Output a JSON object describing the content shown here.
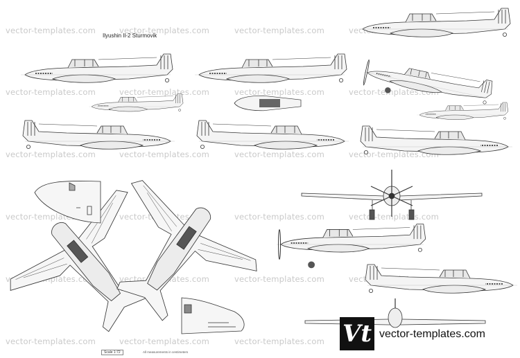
{
  "title": "Ilyushin Il-2 Sturmovik",
  "watermark": "vector-templates.com",
  "scale_label": "Scale 1:72",
  "note": "All measurements in centimeters",
  "logo_text": "Vt",
  "brand": "vector-templates.com",
  "colors": {
    "line": "#333333",
    "watermark": "#c9c9c9",
    "logo_bg": "#111111"
  }
}
